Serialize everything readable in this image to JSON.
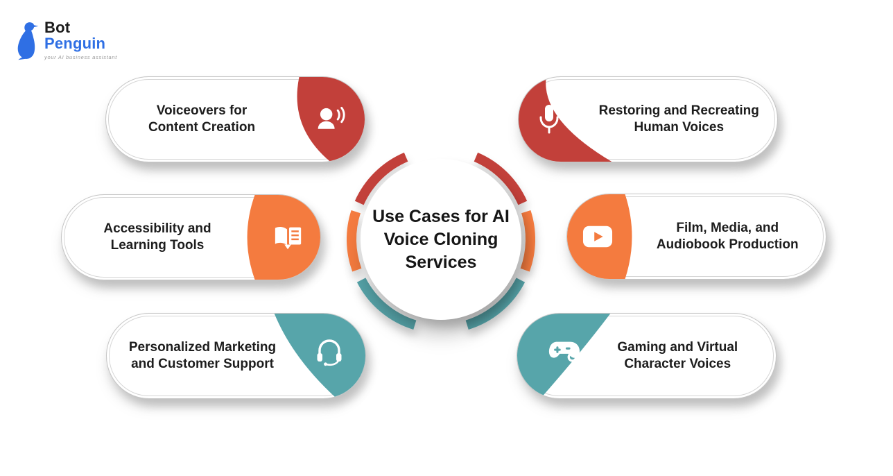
{
  "logo": {
    "brand_line1": "Bot",
    "brand_line2": "Penguin",
    "tagline": "your AI business assistant"
  },
  "center": {
    "title": "Use Cases for AI\nVoice Cloning\nServices"
  },
  "colors": {
    "red": "#C2403A",
    "orange": "#F47B3F",
    "teal": "#57A5AA",
    "logo_blue": "#2F6FE4",
    "ink": "#1D1D1D"
  },
  "usecases": [
    {
      "label": "Voiceovers for\nContent Creation",
      "icon": "voiceover-speaker-icon",
      "color": "red",
      "position": "top-left"
    },
    {
      "label": "Accessibility and\nLearning Tools",
      "icon": "open-book-icon",
      "color": "orange",
      "position": "middle-left"
    },
    {
      "label": "Personalized Marketing\nand Customer Support",
      "icon": "headset-icon",
      "color": "teal",
      "position": "bottom-left"
    },
    {
      "label": "Restoring and Recreating\nHuman Voices",
      "icon": "microphone-icon",
      "color": "red",
      "position": "top-right"
    },
    {
      "label": "Film, Media, and\nAudiobook Production",
      "icon": "video-play-icon",
      "color": "orange",
      "position": "middle-right"
    },
    {
      "label": "Gaming and Virtual\nCharacter Voices",
      "icon": "gamepad-icon",
      "color": "teal",
      "position": "bottom-right"
    }
  ]
}
